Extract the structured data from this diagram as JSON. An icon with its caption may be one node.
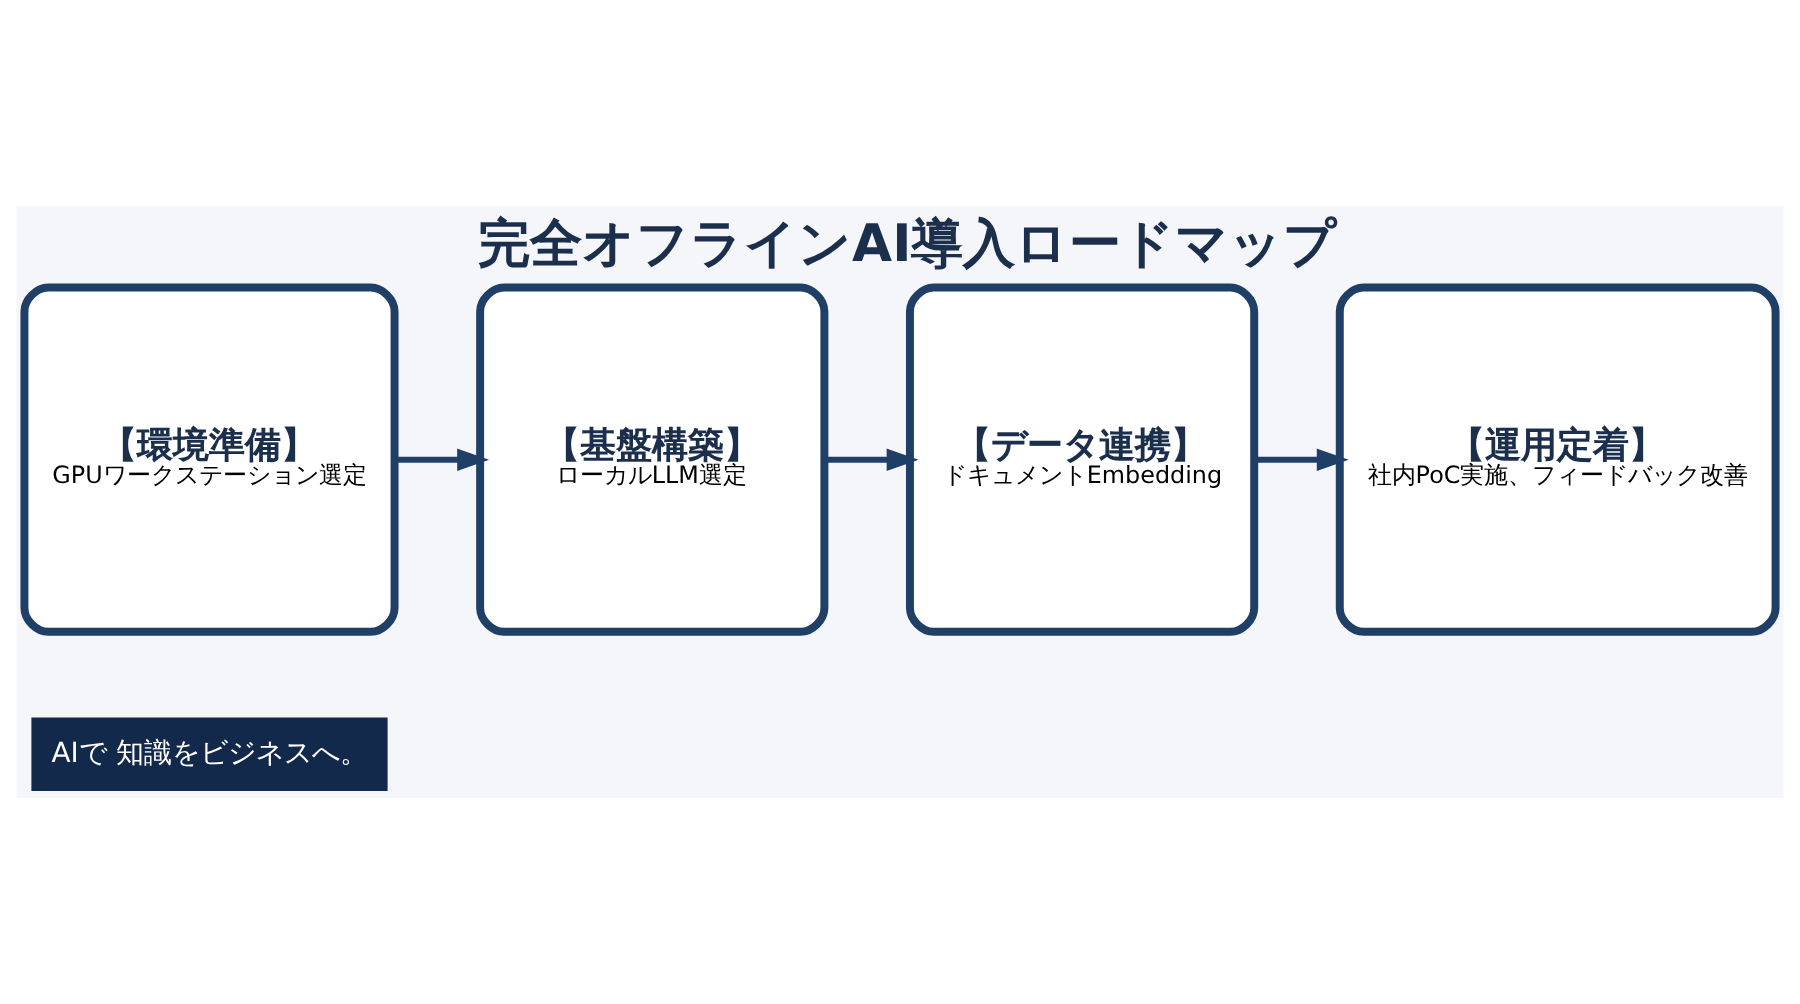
{
  "diagram": {
    "title": "完全オフラインAI導入ロードマップ",
    "nodes": [
      {
        "text": [
          "【環境準備】",
          "GPUワークステーション選定"
        ]
      },
      {
        "text": [
          "【基盤構築】",
          "ローカルLLM選定"
        ]
      },
      {
        "text": [
          "【データ連携】",
          "ドキュメントEmbedding"
        ]
      },
      {
        "text": [
          "【運用定着】",
          "社内PoC実施、フィードバック改善"
        ]
      }
    ],
    "edges": [
      {
        "from": 0,
        "to": 1,
        "arrow": "to"
      },
      {
        "from": 1,
        "to": 2,
        "arrow": "to"
      },
      {
        "from": 2,
        "to": 3,
        "arrow": "to"
      }
    ],
    "labels": [
      "AIで 知識をビジネスへ。"
    ]
  }
}
